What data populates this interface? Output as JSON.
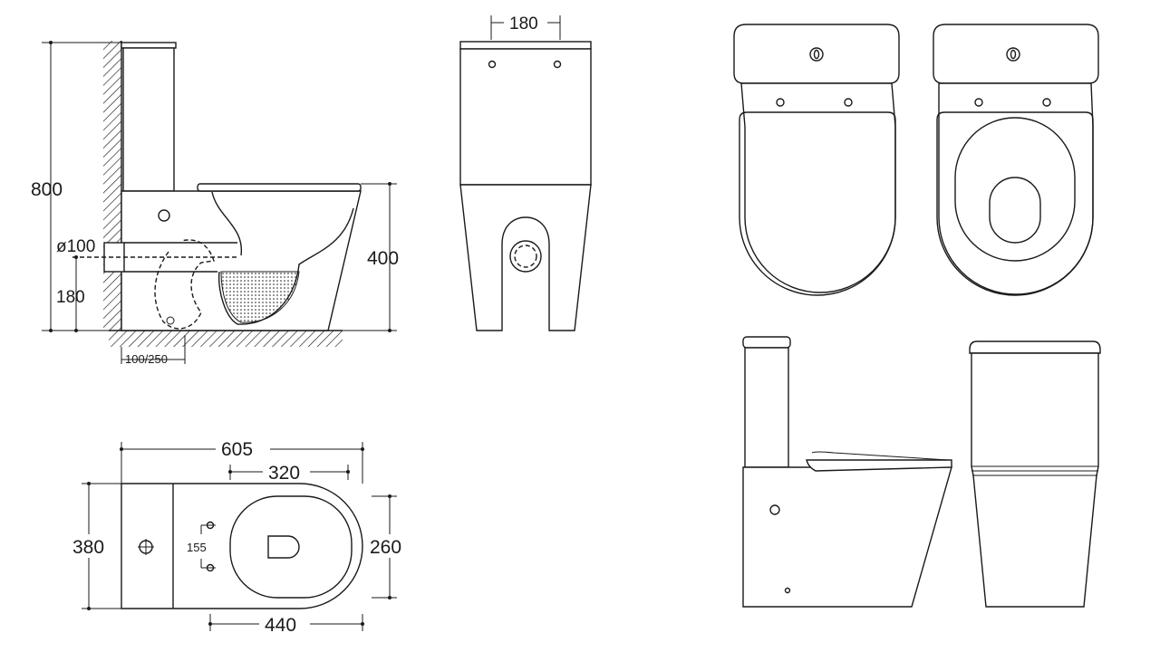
{
  "side_view": {
    "height_total": "800",
    "pipe_diameter": "ø100",
    "pipe_height": "180",
    "seat_height": "400",
    "wall_offset": "100/250"
  },
  "back_view": {
    "width_top": "180"
  },
  "top_view": {
    "length_total": "605",
    "bowl_length": "320",
    "width_total": "380",
    "hole_spacing": "155",
    "bowl_width": "260",
    "base_length": "440"
  },
  "colors": {
    "line": "#1a1a1a",
    "background": "#ffffff"
  }
}
